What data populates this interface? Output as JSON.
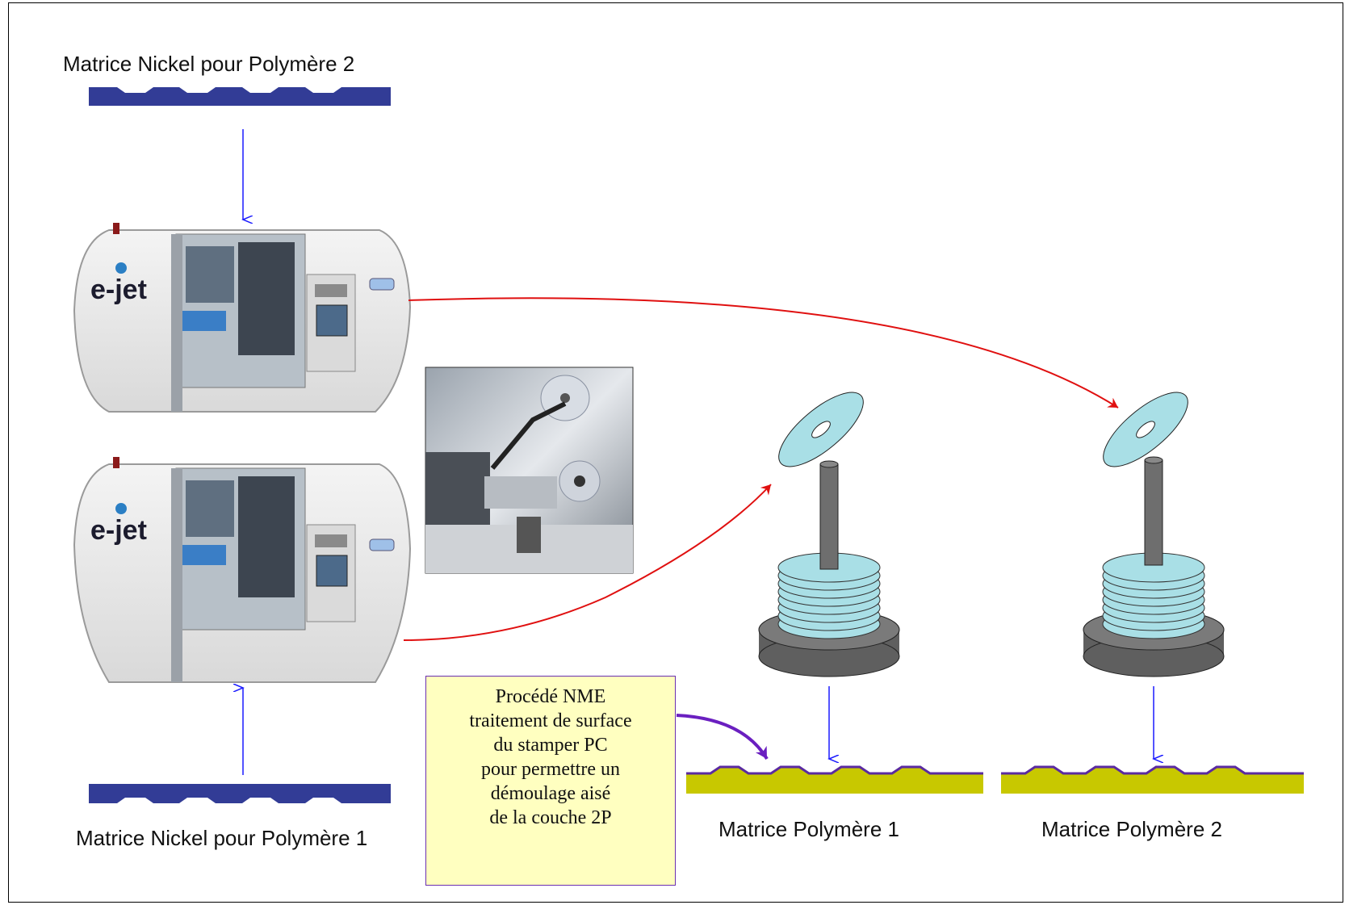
{
  "labels": {
    "nickel_matrix_2": "Matrice Nickel pour Polymère 2",
    "nickel_matrix_1": "Matrice Nickel pour Polymère 1",
    "polymer_matrix_1": "Matrice Polymère 1",
    "polymer_matrix_2": "Matrice Polymère 2"
  },
  "machine_logo": "e-jet",
  "note": {
    "lines": [
      "Procédé NME",
      "traitement de surface",
      "du stamper PC",
      "pour permettre un",
      "démoulage aisé",
      "de la couche 2P"
    ]
  },
  "colors": {
    "nickel": "#323c96",
    "arrow_blue": "#1a1aff",
    "arrow_red": "#e01010",
    "arrow_purple": "#6a1fc0",
    "polymer_yellow": "#c8c800",
    "polymer_coating": "#5a2aa0",
    "disc": "#a9dfe6",
    "spindle": "#666666",
    "note_bg": "#ffffc0"
  }
}
